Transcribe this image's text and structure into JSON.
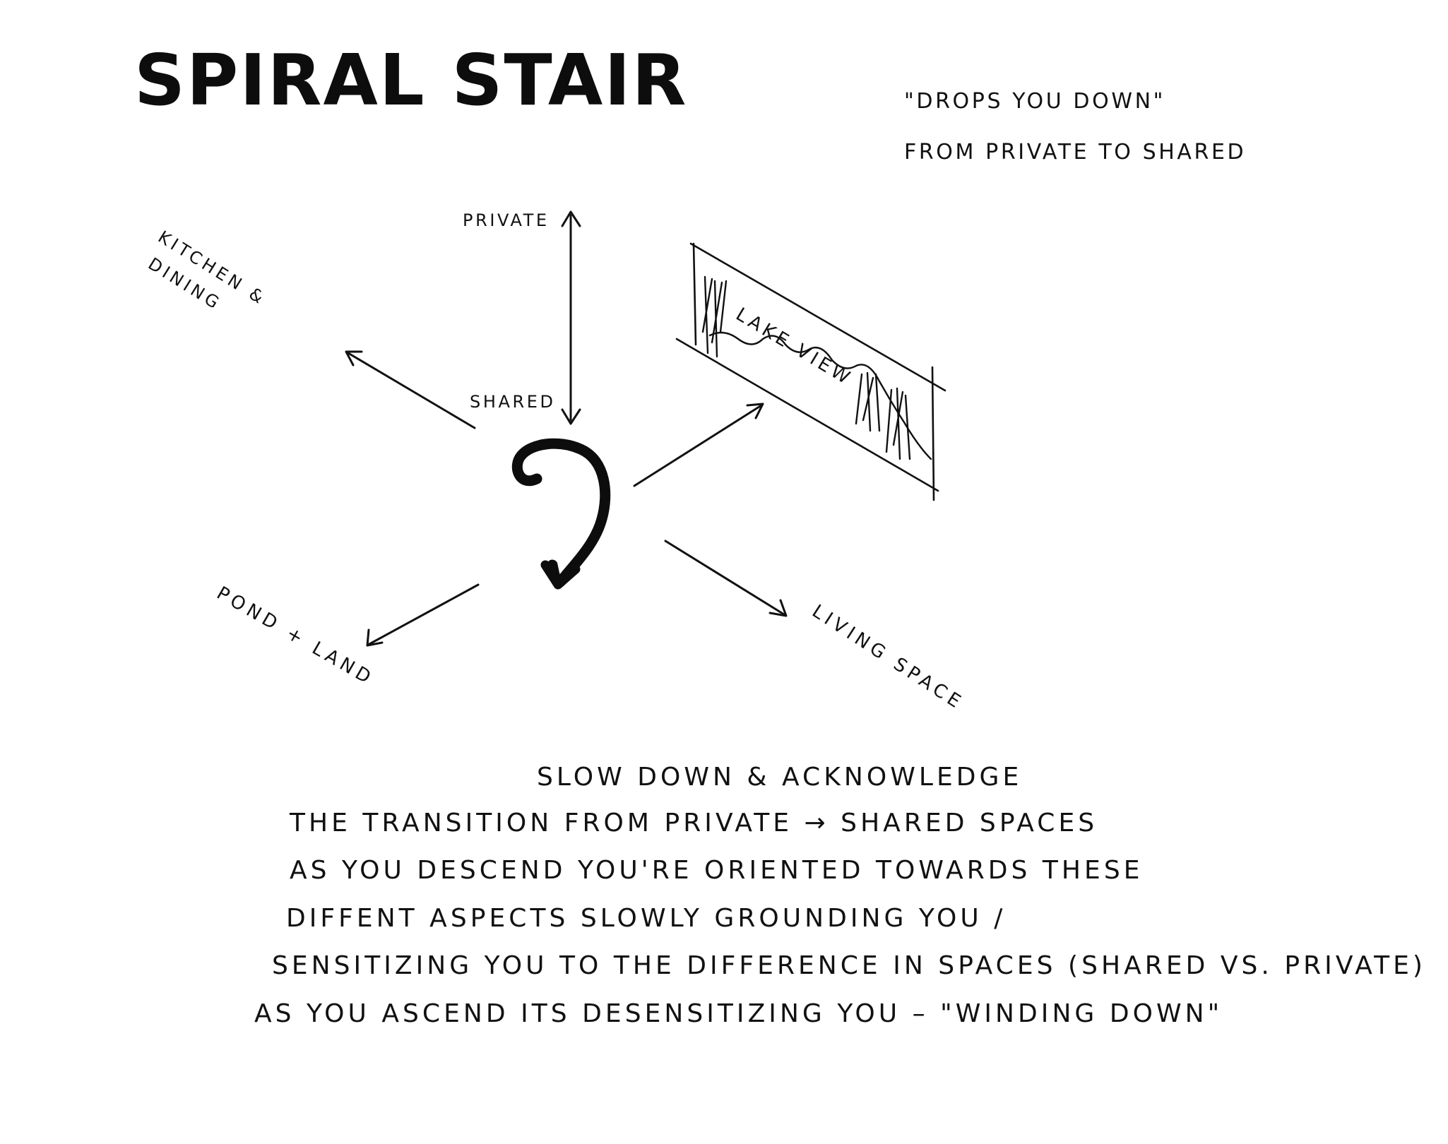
{
  "title": "SPIRAL STAIR",
  "note": {
    "line1": "\"DROPS YOU DOWN\"",
    "line2": "FROM PRIVATE TO SHARED"
  },
  "labels": {
    "private": "PRIVATE",
    "shared": "SHARED",
    "kitchen_line1": "KITCHEN &",
    "kitchen_line2": "DINING",
    "lake_view": "LAKE VIEW",
    "pond_land": "POND + LAND",
    "living_space": "LIVING SPACE"
  },
  "paragraph": {
    "line1": "SLOW DOWN & ACKNOWLEDGE",
    "line2": "THE TRANSITION FROM PRIVATE → SHARED SPACES",
    "line3": "AS YOU DESCEND YOU'RE ORIENTED TOWARDS THESE",
    "line4": "DIFFENT ASPECTS SLOWLY GROUNDING YOU /",
    "line5": "SENSITIZING YOU TO THE DIFFERENCE IN SPACES (SHARED VS. PRIVATE)",
    "line6": "AS YOU ASCEND ITS DESENSITIZING YOU – \"WINDING DOWN\""
  },
  "colors": {
    "ink": "#111111",
    "paper": "#ffffff"
  }
}
